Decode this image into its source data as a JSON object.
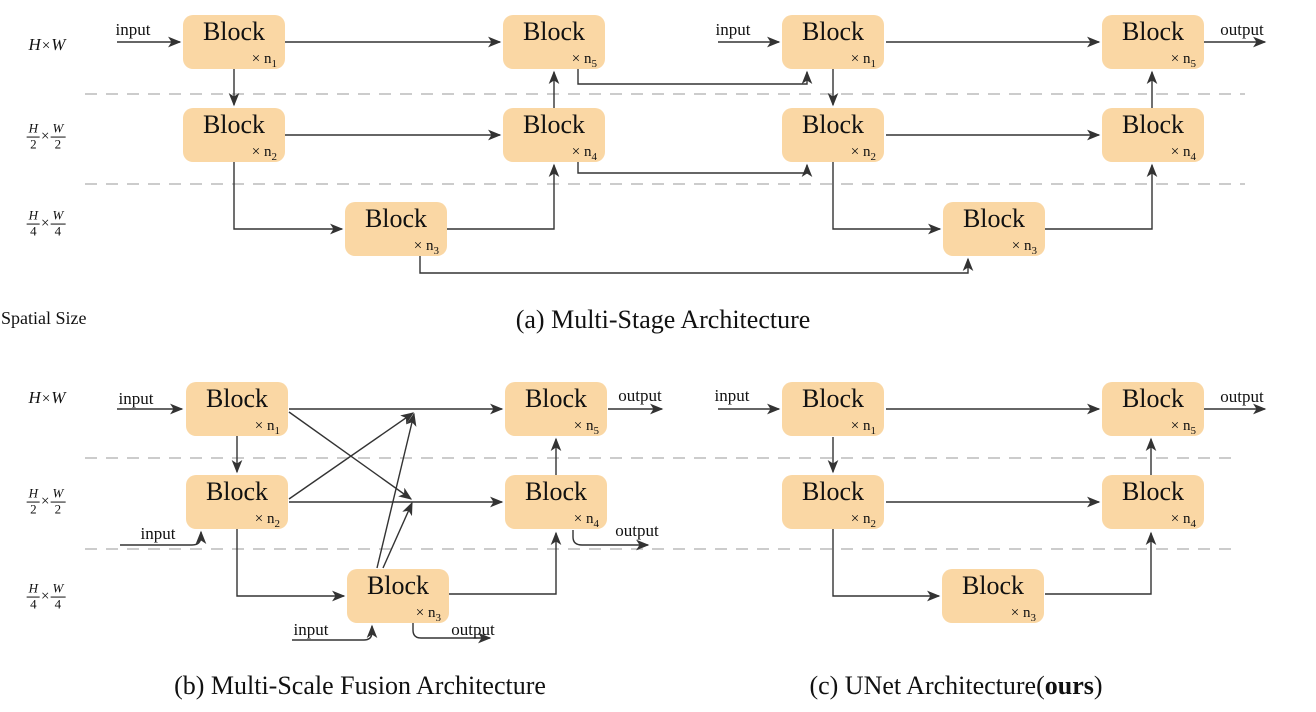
{
  "colors": {
    "background": "#ffffff",
    "block_fill": "#FAD7A4",
    "arrow": "#333333",
    "dashed_line": "#cccccc"
  },
  "labels": {
    "block": "Block",
    "times_n": "× n",
    "times": "×",
    "input": "input",
    "output": "output",
    "spatial_size": "Spatial Size"
  },
  "multipliers": [
    "1",
    "2",
    "3",
    "4",
    "5"
  ],
  "size_labels": {
    "full": {
      "h": "H",
      "w": "W"
    },
    "half": {
      "h": "H",
      "h_den": "2",
      "w": "W",
      "w_den": "2"
    },
    "quarter": {
      "h": "H",
      "h_den": "4",
      "w": "W",
      "w_den": "4"
    }
  },
  "captions": {
    "a": "(a) Multi-Stage Architecture",
    "b": "(b) Multi-Scale Fusion Architecture",
    "c_pre": "(c) UNet Architecture(",
    "c_bold": "ours",
    "c_post": ")"
  }
}
